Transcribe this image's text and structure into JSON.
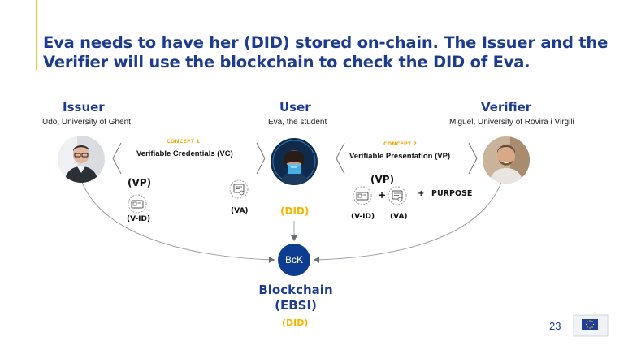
{
  "slide": {
    "title": "Eva needs to have her (DID) stored on-chain. The Issuer and the Verifier will use the blockchain to check the DID of Eva.",
    "page_number": "23"
  },
  "issuer": {
    "role": "Issuer",
    "name": "Udo, University of Ghent"
  },
  "user": {
    "role": "User",
    "name": "Eva, the student"
  },
  "verifier": {
    "role": "Verifier",
    "name": "Miguel, University of Rovira i Virgili"
  },
  "concept1": {
    "tag": "CONCEPT 1",
    "label": "Verifiable Credentials (VC)"
  },
  "concept2": {
    "tag": "CONCEPT 2",
    "label": "Verifiable Presentation (VP)"
  },
  "labels": {
    "vp_left": "(VP)",
    "vid_left": "(V-ID)",
    "va_left": "(VA)",
    "did_user": "(DID)",
    "vp_right": "(VP)",
    "plus1": "+",
    "plus2": "+",
    "purpose": "PURPOSE",
    "vid_right": "(V-ID)",
    "va_right": "(VA)"
  },
  "blockchain": {
    "node_label": "BcK",
    "title_line1": "Blockchain",
    "title_line2": "(EBSI)",
    "did": "(DID)"
  },
  "colors": {
    "primary_blue": "#1d3c8f",
    "node_blue": "#0d3d91",
    "accent_yellow": "#f5b400",
    "concept_orange": "#f5a800"
  },
  "icons": [
    "id-card-icon",
    "document-check-icon",
    "eu-flag-icon"
  ]
}
